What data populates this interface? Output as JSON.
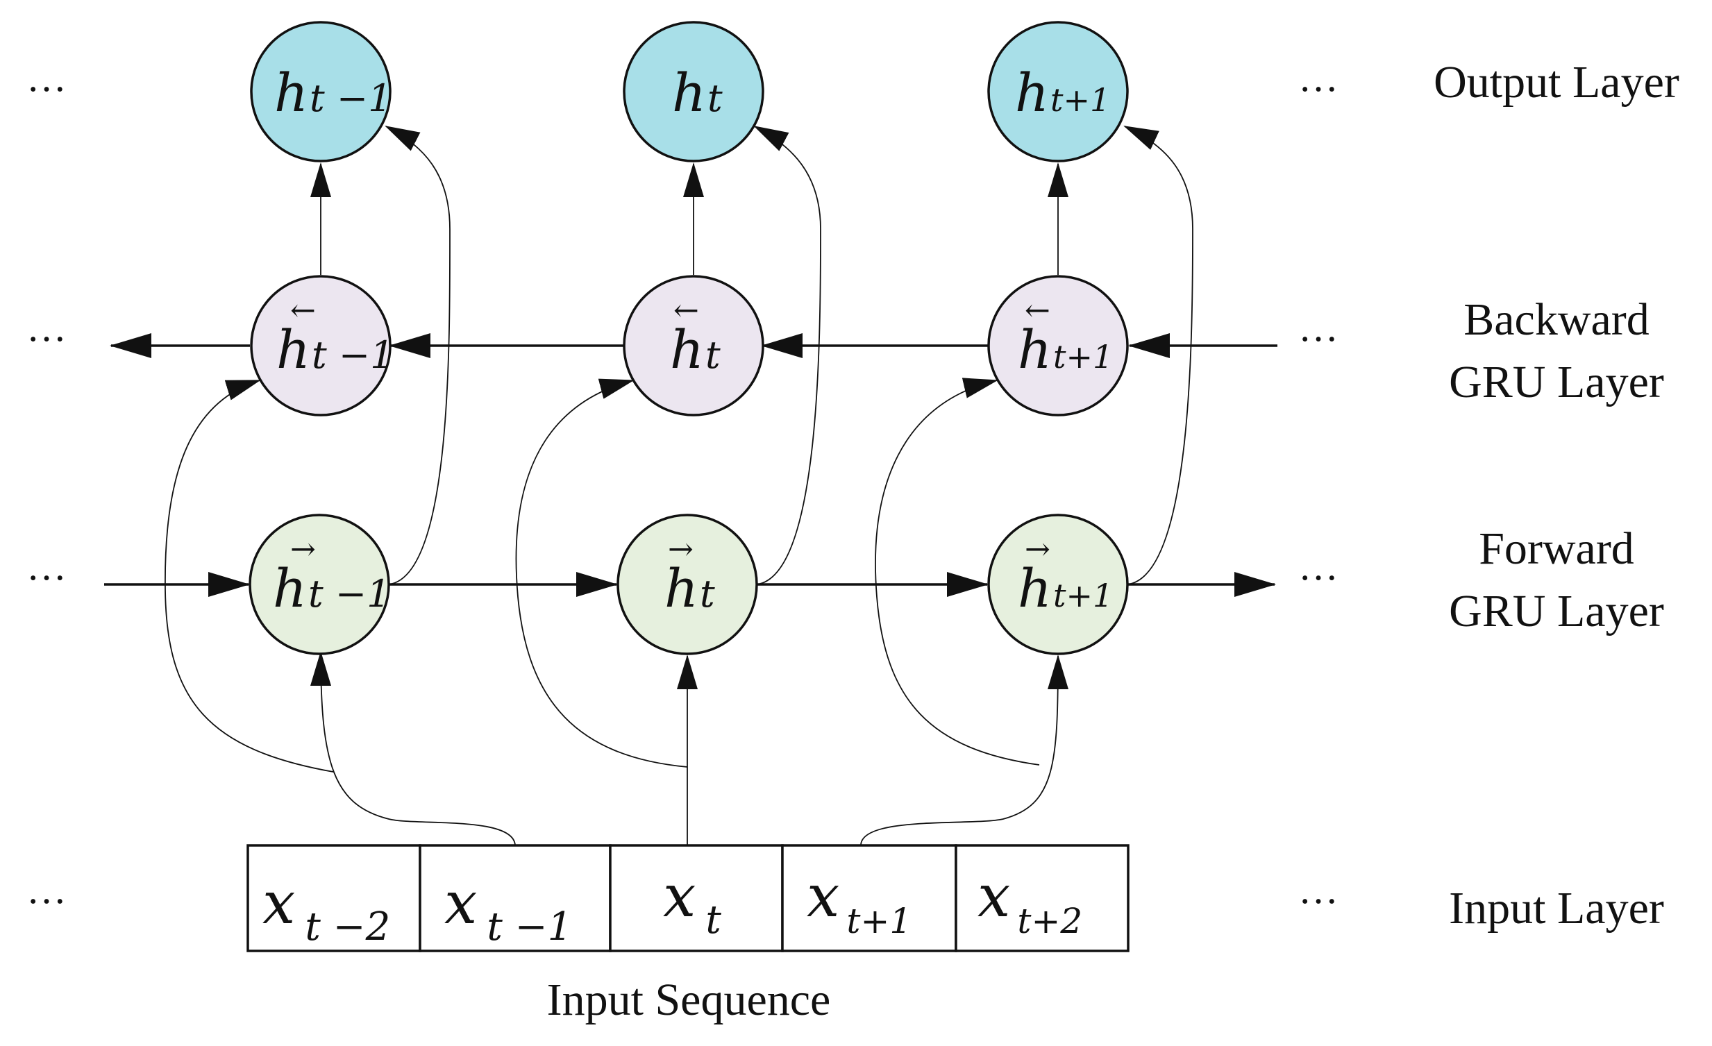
{
  "diagram": {
    "ellipsis": "···",
    "layer_labels": {
      "output": "Output Layer",
      "backward_line1": "Backward",
      "backward_line2": "GRU Layer",
      "forward_line1": "Forward",
      "forward_line2": "GRU Layer",
      "input": "Input Layer"
    },
    "caption": "Input Sequence",
    "arrows": {
      "left": "←",
      "right": "→"
    },
    "nodes": {
      "output": [
        {
          "base": "h",
          "sub": "t −1"
        },
        {
          "base": "h",
          "sub": "t"
        },
        {
          "base": "h",
          "sub": "t+1"
        }
      ],
      "backward": [
        {
          "base": "h",
          "sub": "t −1"
        },
        {
          "base": "h",
          "sub": "t"
        },
        {
          "base": "h",
          "sub": "t+1"
        }
      ],
      "forward": [
        {
          "base": "h",
          "sub": "t −1"
        },
        {
          "base": "h",
          "sub": "t"
        },
        {
          "base": "h",
          "sub": "t+1"
        }
      ]
    },
    "inputs": [
      {
        "base": "x",
        "sub": "t −2"
      },
      {
        "base": "x",
        "sub": "t −1"
      },
      {
        "base": "x",
        "sub": "t"
      },
      {
        "base": "x",
        "sub": "t+1"
      },
      {
        "base": "x",
        "sub": "t+2"
      }
    ],
    "colors": {
      "output_fill": "#a8dfe8",
      "backward_fill": "#ece6f0",
      "forward_fill": "#e6f0de",
      "stroke": "#111111"
    }
  }
}
